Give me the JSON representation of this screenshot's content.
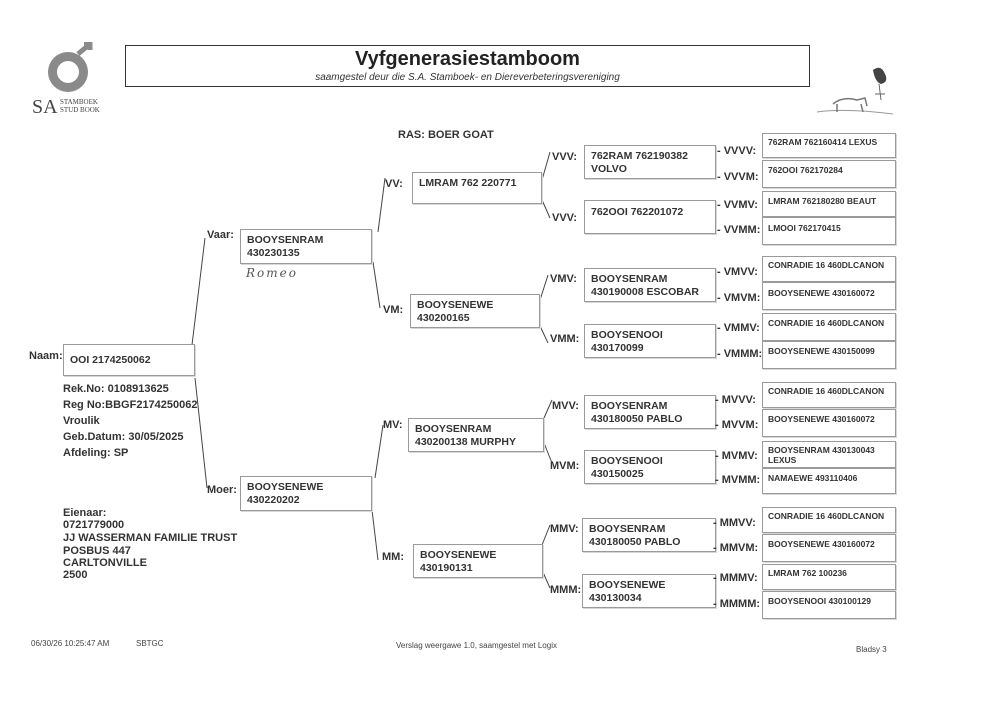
{
  "header": {
    "title": "Vyfgenerasiestamboom",
    "subtitle": "saamgestel deur die S.A. Stamboek- en Diereverbeteringsvereniging",
    "logo_text": "SA",
    "logo_sub1": "STAMBOEK",
    "logo_sub2": "STUD BOOK"
  },
  "ras": "RAS: BOER GOAT",
  "animal": {
    "naam_label": "Naam:",
    "naam": "OOI 2174250062",
    "rek": "Rek.No: 0108913625",
    "reg": "Reg No:BBGF2174250062",
    "sex": "Vroulik",
    "geb": "Geb.Datum: 30/05/2025",
    "afdeling": "Afdeling: SP"
  },
  "owner": {
    "label": "Eienaar:",
    "lines": [
      "0721779000",
      "JJ WASSERMAN FAMILIE TRUST",
      "POSBUS 447",
      "CARLTONVILLE",
      "2500"
    ]
  },
  "gen1": {
    "vaar": {
      "label": "Vaar:",
      "line1": "BOOYSENRAM",
      "line2": "430230135",
      "note": "Romeo"
    },
    "moer": {
      "label": "Moer:",
      "line1": "BOOYSENEWE",
      "line2": "430220202"
    }
  },
  "gen2": {
    "vv": {
      "label": "VV:",
      "line1": "LMRAM 762 220771",
      "line2": ""
    },
    "vm": {
      "label": "VM:",
      "line1": "BOOYSENEWE",
      "line2": "430200165"
    },
    "mv": {
      "label": "MV:",
      "line1": "BOOYSENRAM",
      "line2": "430200138 MURPHY"
    },
    "mm": {
      "label": "MM:",
      "line1": "BOOYSENEWE",
      "line2": "430190131"
    }
  },
  "gen3": {
    "vvv": {
      "label": "VVV:",
      "line1": "762RAM 762190382",
      "line2": "VOLVO"
    },
    "vvm": {
      "label": "VVV:",
      "line1": "762OOI 762201072",
      "line2": ""
    },
    "vmv": {
      "label": "VMV:",
      "line1": "BOOYSENRAM",
      "line2": "430190008 ESCOBAR"
    },
    "vmm": {
      "label": "VMM:",
      "line1": "BOOYSENOOI",
      "line2": "430170099"
    },
    "mvv": {
      "label": "MVV:",
      "line1": "BOOYSENRAM",
      "line2": "430180050 PABLO"
    },
    "mvm": {
      "label": "MVM:",
      "line1": "BOOYSENOOI",
      "line2": "430150025"
    },
    "mmv": {
      "label": "MMV:",
      "line1": "BOOYSENRAM",
      "line2": "430180050 PABLO"
    },
    "mmm": {
      "label": "MMM:",
      "line1": "BOOYSENEWE",
      "line2": "430130034"
    }
  },
  "gen4": [
    {
      "label": "- VVVV:",
      "line1": "762RAM 762160414 LEXUS",
      "line2": ""
    },
    {
      "label": "- VVVM:",
      "line1": "762OOI 762170284",
      "line2": ""
    },
    {
      "label": "- VVMV:",
      "line1": "LMRAM 762180280 BEAUT",
      "line2": ""
    },
    {
      "label": "- VVMM:",
      "line1": "LMOOI 762170415",
      "line2": ""
    },
    {
      "label": "- VMVV:",
      "line1": "CONRADIE 16 460DLCANON",
      "line2": ""
    },
    {
      "label": "- VMVM:",
      "line1": "BOOYSENEWE 430160072",
      "line2": ""
    },
    {
      "label": "- VMMV:",
      "line1": "CONRADIE 16 460DLCANON",
      "line2": ""
    },
    {
      "label": "- VMMM:",
      "line1": "BOOYSENEWE 430150099",
      "line2": ""
    },
    {
      "label": "- MVVV:",
      "line1": "CONRADIE 16 460DLCANON",
      "line2": ""
    },
    {
      "label": "- MVVM:",
      "line1": "BOOYSENEWE 430160072",
      "line2": ""
    },
    {
      "label": "- MVMV:",
      "line1": "BOOYSENRAM 430130043",
      "line2": "LEXUS"
    },
    {
      "label": "- MVMM:",
      "line1": "NAMAEWE 493110406",
      "line2": ""
    },
    {
      "label": "- MMVV:",
      "line1": "CONRADIE 16 460DLCANON",
      "line2": ""
    },
    {
      "label": "- MMVM:",
      "line1": "BOOYSENEWE 430160072",
      "line2": ""
    },
    {
      "label": "- MMMV:",
      "line1": "LMRAM 762 100236",
      "line2": ""
    },
    {
      "label": "- MMMM:",
      "line1": "BOOYSENOOI 430100129",
      "line2": ""
    }
  ],
  "footer": {
    "datetime": "06/30/26 10:25:47 AM",
    "code": "SBTGC",
    "version": "Verslag weergawe 1.0, saamgestel met Logix",
    "page": "Bladsy 3"
  }
}
